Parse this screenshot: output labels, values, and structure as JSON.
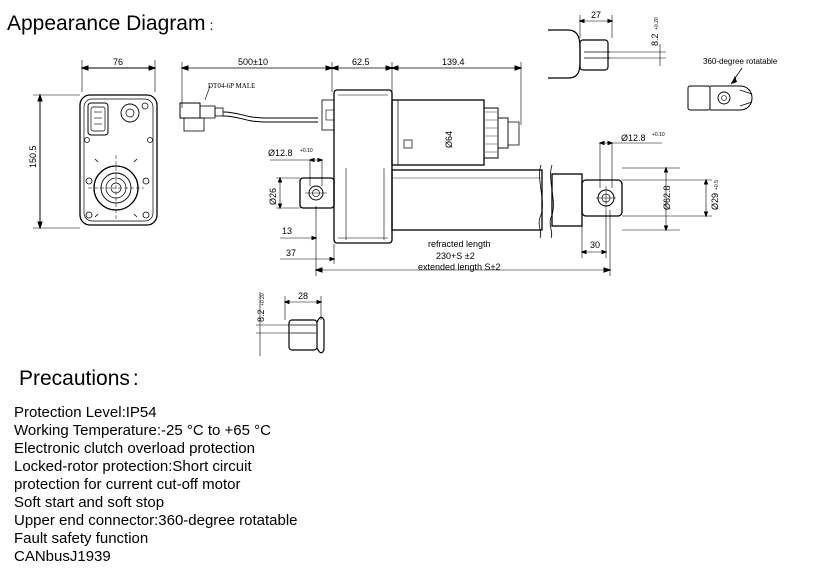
{
  "headings": {
    "appearance": "Appearance Diagram",
    "appearance_suffix": ":",
    "precautions": "Precautions",
    "precautions_suffix": ":"
  },
  "dimensions": {
    "width_76": "76",
    "height_150": "150.5",
    "cable_length": "500±10",
    "d_62_5": "62.5",
    "d_139_4": "139.4",
    "hole_front": "Ø12.8",
    "hole_front_tol": "+0.10",
    "hole_rear": "Ø12.8",
    "hole_rear_tol": "+0.10",
    "dia_26": "Ø26",
    "dia_64": "Ø64",
    "dia_62_8": "Ø62.8",
    "dia_29": "Ø29",
    "dia_29_tol": "+0.5",
    "d_13": "13",
    "d_37": "37",
    "d_30": "30",
    "refracted_label": "refracted length",
    "refracted_value": "230+S ±2",
    "extended_label": "extended length S±2",
    "d_27": "27",
    "d_28": "28",
    "slot_top": "8.2",
    "slot_top_tol": "+0.20",
    "slot_bottom": "8.2",
    "slot_bottom_tol": "+0.20",
    "connector": "DT04-6P MALE",
    "rotatable": "360-degree rotatable"
  },
  "specs": [
    "Protection Level:IP54",
    "Working Temperature:-25 °C to +65 °C",
    "Electronic clutch overload protection",
    "Locked-rotor protection:Short circuit",
    "protection for current cut-off motor",
    "Soft start and soft stop",
    "Upper end connector:360-degree rotatable",
    "Fault safety function",
    "CANbusJ1939"
  ]
}
